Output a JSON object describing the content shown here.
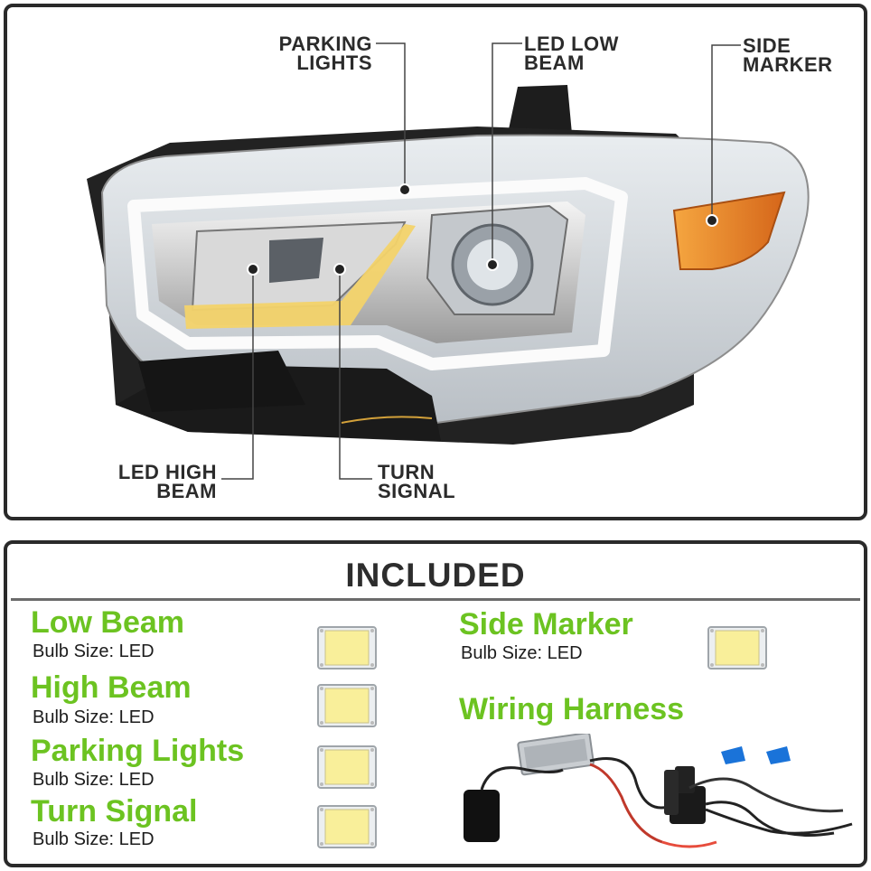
{
  "callouts": {
    "parking_lights": "PARKING\nLIGHTS",
    "led_low_beam": "LED LOW\nBEAM",
    "side_marker": "SIDE\nMARKER",
    "led_high_beam": "LED HIGH\nBEAM",
    "turn_signal": "TURN\nSIGNAL"
  },
  "included": {
    "title": "INCLUDED",
    "items": [
      {
        "name": "Low Beam",
        "size": "Bulb Size: LED"
      },
      {
        "name": "High Beam",
        "size": "Bulb Size: LED"
      },
      {
        "name": "Parking Lights",
        "size": "Bulb Size: LED"
      },
      {
        "name": "Turn Signal",
        "size": "Bulb Size: LED"
      },
      {
        "name": "Side Marker",
        "size": "Bulb Size: LED"
      }
    ],
    "wiring_harness": "Wiring Harness"
  },
  "colors": {
    "accent_green": "#6cc321",
    "border": "#2a2a2a",
    "amber": "#f08a1c",
    "led_yellow": "#f9ef9a"
  }
}
